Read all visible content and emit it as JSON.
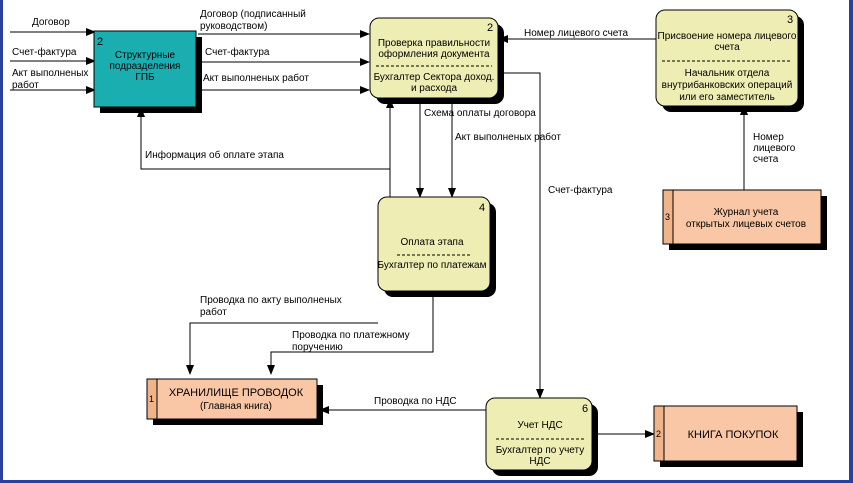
{
  "external_entity": {
    "number": "2",
    "title": [
      "Структурные",
      "подразделения",
      "ГПБ"
    ]
  },
  "processes": [
    {
      "number": "2",
      "title": [
        "Проверка правильности",
        "оформления документа"
      ],
      "performer": [
        "Бухгалтер Сектора доход.",
        "и расхода"
      ]
    },
    {
      "number": "3",
      "title": [
        "Присвоение номера лицевого",
        "счета"
      ],
      "performer": [
        "Начальник отдела",
        "внутрибанковских операций",
        "или его заместитель"
      ]
    },
    {
      "number": "4",
      "title": [
        "Оплата этапа"
      ],
      "performer": [
        "Бухгалтер по платежам"
      ]
    },
    {
      "number": "6",
      "title": [
        "Учет НДС"
      ],
      "performer": [
        "Бухгалтер по учету",
        "НДС"
      ]
    }
  ],
  "stores": [
    {
      "number": "1",
      "title": [
        "ХРАНИЛИЩЕ ПРОВОДОК",
        "(Главная книга)"
      ]
    },
    {
      "number": "3",
      "title": [
        "Журнал учета",
        "открытых лицевых счетов"
      ]
    },
    {
      "number": "2",
      "title": [
        "КНИГА ПОКУПОК"
      ]
    }
  ],
  "flows": {
    "in_dogovor": "Договор",
    "in_schet_faktura": "Счет-фактура",
    "in_akt": [
      "Акт выполненых",
      "работ"
    ],
    "dogovor_podpisanny": [
      "Договор (подписанный",
      "руководством)"
    ],
    "schet_faktura": "Счет-фактура",
    "akt_rabot": "Акт выполненых работ",
    "nomer_schet": "Номер лицевого счета",
    "nomer_schet_journal": [
      "Номер",
      "лицевого",
      "счета"
    ],
    "skhema_oplaty": "Схема оплаты договора",
    "akt_rabot_2": "Акт выполненых работ",
    "info_oplata": "Информация об оплате этапа",
    "schet_faktura_nds": "Счет-фактура",
    "provodka_akt": [
      "Проводка по акту выполненых",
      "работ"
    ],
    "provodka_platezh": [
      "Проводка по платежному",
      "поручению"
    ],
    "provodka_nds": "Проводка по НДС"
  },
  "colors": {
    "external_fill": "#1aaeb0",
    "process_fill": "#eeeeb4",
    "store_fill": "#f9c7a5",
    "store_tab": "#f0b38a",
    "frame": "#2b3f9e"
  }
}
